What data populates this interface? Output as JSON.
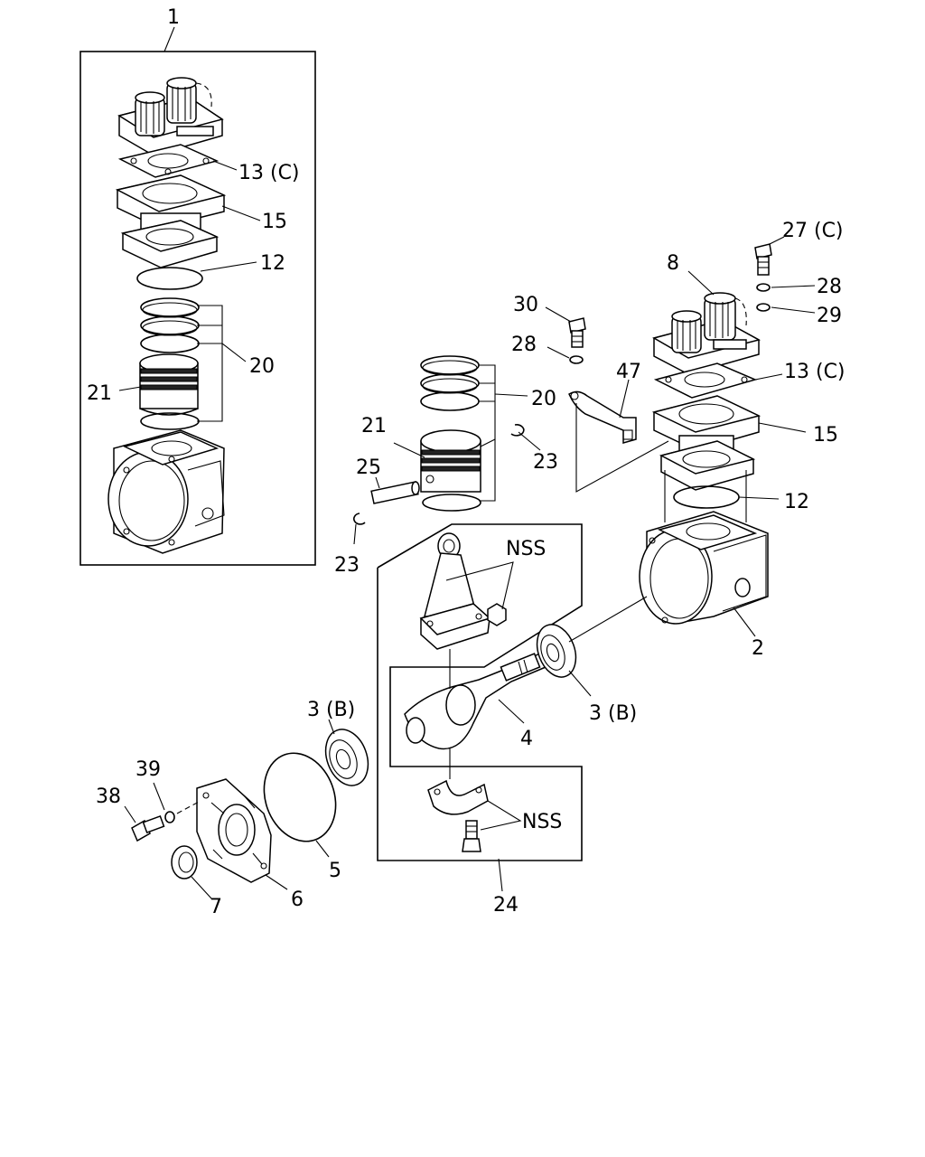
{
  "callouts": {
    "c1": "1",
    "c13a": "13 (C)",
    "c15a": "15",
    "c12a": "12",
    "c20a": "20",
    "c21a": "21",
    "c27": "27 (C)",
    "c8": "8",
    "c28a": "28",
    "c29": "29",
    "c30": "30",
    "c28b": "28",
    "c47": "47",
    "c13b": "13 (C)",
    "c20b": "20",
    "c21b": "21",
    "c15b": "15",
    "c23a": "23",
    "c25": "25",
    "c12b": "12",
    "c23b": "23",
    "nss1": "NSS",
    "c2": "2",
    "c3a": "3 (B)",
    "c3b": "3 (B)",
    "c4": "4",
    "c39": "39",
    "c38": "38",
    "nss2": "NSS",
    "c5": "5",
    "c6": "6",
    "c7": "7",
    "c24": "24"
  },
  "icons": {
    "cylinder_head": "cylinder-head-icon",
    "gasket": "gasket-icon",
    "cylinder": "cylinder-icon",
    "piston": "piston-icon",
    "crankshaft": "crankshaft-icon",
    "bearing": "bearing-icon",
    "crankcase": "crankcase-icon",
    "cover": "cover-icon",
    "bolt": "bolt-icon",
    "washer": "washer-icon"
  }
}
